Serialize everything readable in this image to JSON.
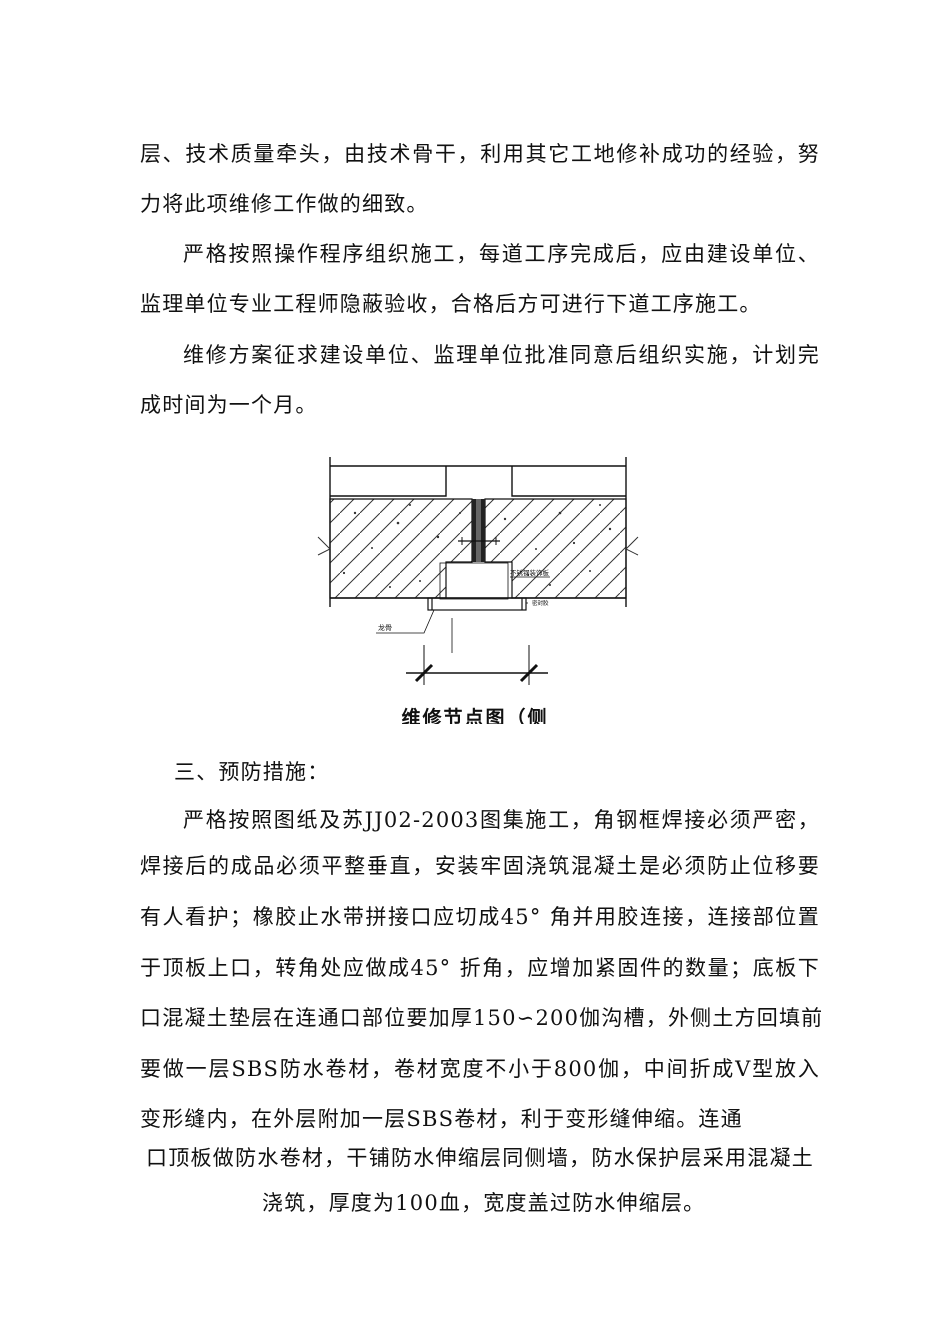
{
  "paragraphs": {
    "p1_line1": "层、技术质量牵头，由技术骨干，利用其它工地修补成功的经验，努",
    "p1_line2": "力将此项维修工作做的细致。",
    "p2_line1": "严格按照操作程序组织施工，每道工序完成后，应由建设单位、",
    "p2_line2": "监理单位专业工程师隐蔽验收，合格后方可进行下道工序施工。",
    "p3_line1": "维修方案征求建设单位、监理单位批准同意后组织实施，计划完",
    "p3_line2": "成时间为一个月。"
  },
  "figure": {
    "label_plate": "不锈钢装饰板",
    "label_seal": "密封胶",
    "label_keel": "龙骨",
    "caption": "维修节点图（侧"
  },
  "section": {
    "heading": "三、预防措施：",
    "lines": [
      "严格按照图纸及苏JJ02-2003图集施工，角钢框焊接必须严密，",
      "焊接后的成品必须平整垂直，安装牢固浇筑混凝土是必须防止位移要",
      "有人看护；橡胶止水带拼接口应切成45° 角并用胶连接，连接部位置",
      "于顶板上口，转角处应做成45° 折角，应增加紧固件的数量；底板下",
      "口混凝土垫层在连通口部位要加厚150∽200伽沟槽，外侧土方回填前",
      "要做一层SBS防水卷材，卷材宽度不小于800伽，中间折成V型放入",
      "变形缝内，在外层附加一层SBS卷材，利于变形缝伸缩。连通",
      "口顶板做防水卷材，干铺防水伸缩层同侧墙，防水保护层采用混凝土",
      "浇筑，厚度为100血，宽度盖过防水伸缩层。"
    ]
  }
}
